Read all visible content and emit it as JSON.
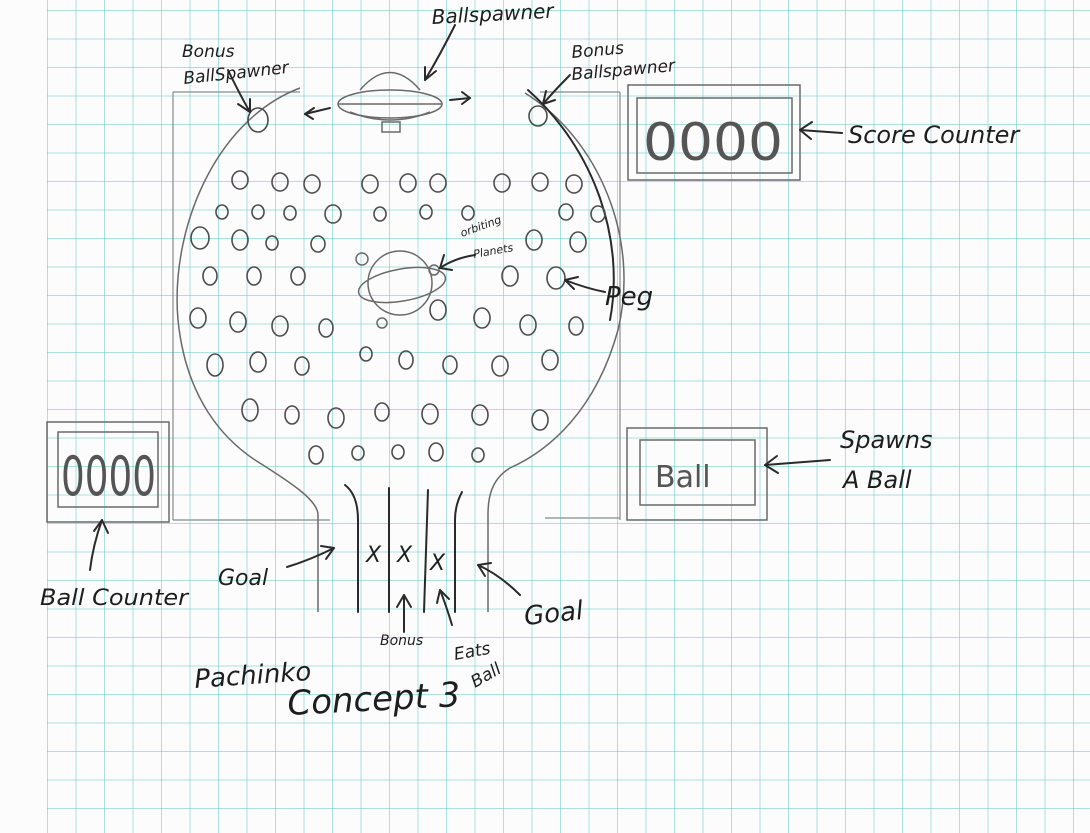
{
  "labels": {
    "ball_spawner": "Ballspawner",
    "bonus_spawner_left_line1": "Bonus",
    "bonus_spawner_left_line2": "BallSpawner",
    "bonus_spawner_right_line1": "Bonus",
    "bonus_spawner_right_line2": "Ballspawner",
    "score_counter": "Score Counter",
    "orbiting_line1": "orbiting",
    "orbiting_line2": "Planets",
    "peg": "Peg",
    "spawns_line1": "Spawns",
    "spawns_line2": "A Ball",
    "ball_counter": "Ball Counter",
    "goal_left": "Goal",
    "goal_right": "Goal",
    "bonus": "Bonus",
    "eats_line1": "Eats",
    "eats_line2": "Ball",
    "pachinko": "Pachinko",
    "concept": "Concept 3"
  },
  "displays": {
    "score_digits": "0000",
    "ball_digits": "0000",
    "spawn_button": "Ball"
  },
  "slot_marks": {
    "left": "X",
    "middle": "X",
    "right": "X"
  },
  "colors": {
    "grid": "#69c8c8",
    "ink": "#2a2a2a",
    "pencil": "#6a6a6a",
    "paper": "#fbfcfb"
  }
}
